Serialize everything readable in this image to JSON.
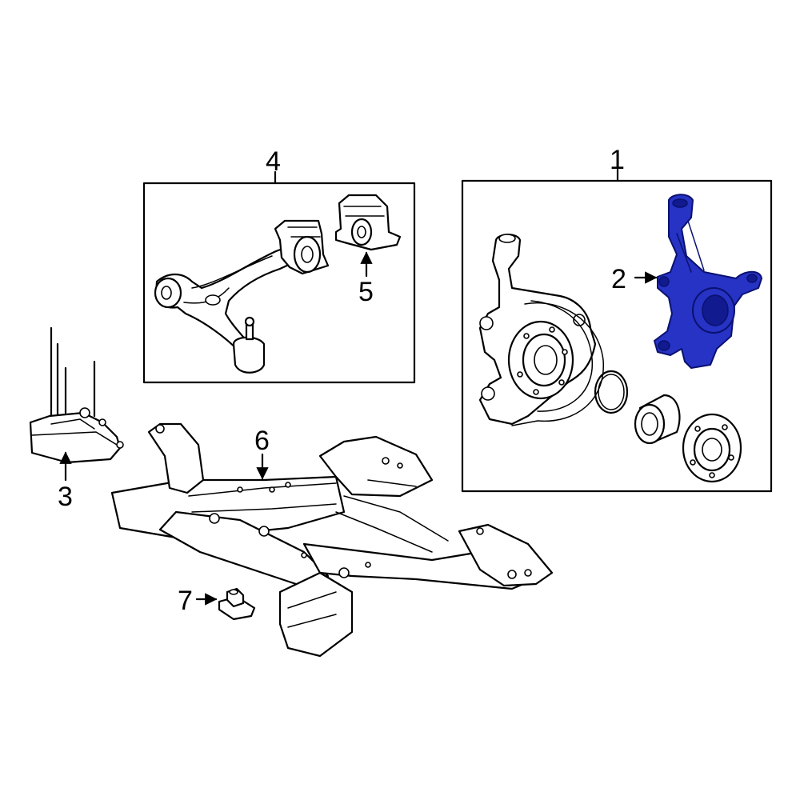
{
  "callouts": {
    "c1": "1",
    "c2": "2",
    "c3": "3",
    "c4": "4",
    "c5": "5",
    "c6": "6",
    "c7": "7"
  },
  "highlight": {
    "part_callout": "2",
    "color": "#2633c4"
  }
}
